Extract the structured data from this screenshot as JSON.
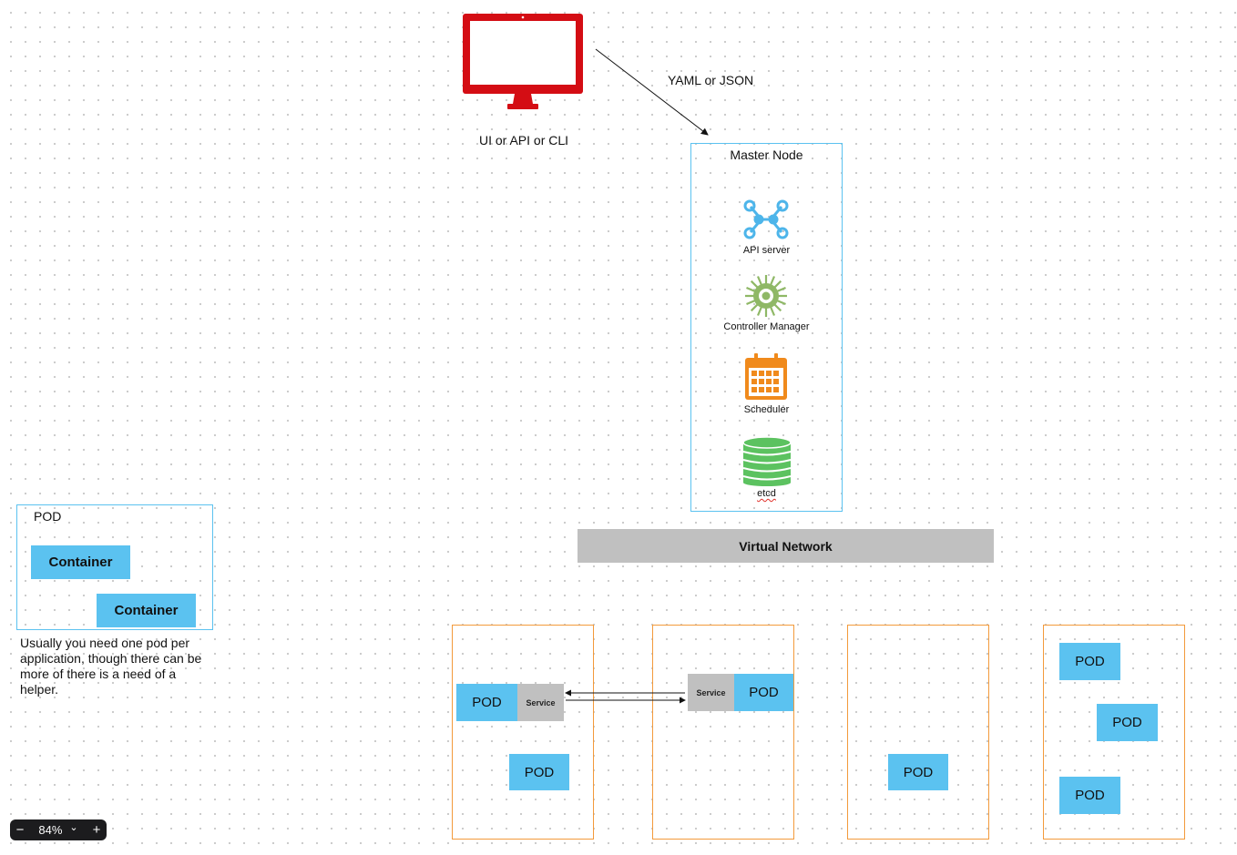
{
  "client": {
    "caption": "UI or API or CLI",
    "arrow_label": "YAML or JSON",
    "monitor_color": "#d40d14",
    "icon": "desktop-monitor-icon"
  },
  "master": {
    "title": "Master Node",
    "components": [
      {
        "label": "API server",
        "icon": "api-server-icon",
        "color": "#4db5ea"
      },
      {
        "label": "Controller Manager",
        "icon": "gear-icon",
        "color": "#8fb866"
      },
      {
        "label": "Scheduler",
        "icon": "calendar-icon",
        "color": "#f08a1c"
      },
      {
        "label": "etcd",
        "icon": "database-icon",
        "color": "#5cc260"
      }
    ]
  },
  "network": {
    "label": "Virtual Network"
  },
  "pod_example": {
    "title": "POD",
    "containers": [
      "Container",
      "Container"
    ],
    "note": "Usually you need one pod per application, though there can be more of there is a need of a helper."
  },
  "nodes": [
    {
      "pods": [
        "POD",
        "POD"
      ],
      "service": "Service"
    },
    {
      "pods": [
        "POD"
      ],
      "service": "Service"
    },
    {
      "pods": [
        "POD"
      ]
    },
    {
      "pods": [
        "POD",
        "POD",
        "POD"
      ]
    }
  ],
  "zoom": {
    "value": "84%",
    "minus": "−",
    "plus": "+",
    "chevron": "⌄"
  },
  "colors": {
    "pod_blue": "#5bc2f0",
    "node_border": "#f39a3b",
    "service_gray": "#c0c0c0"
  }
}
